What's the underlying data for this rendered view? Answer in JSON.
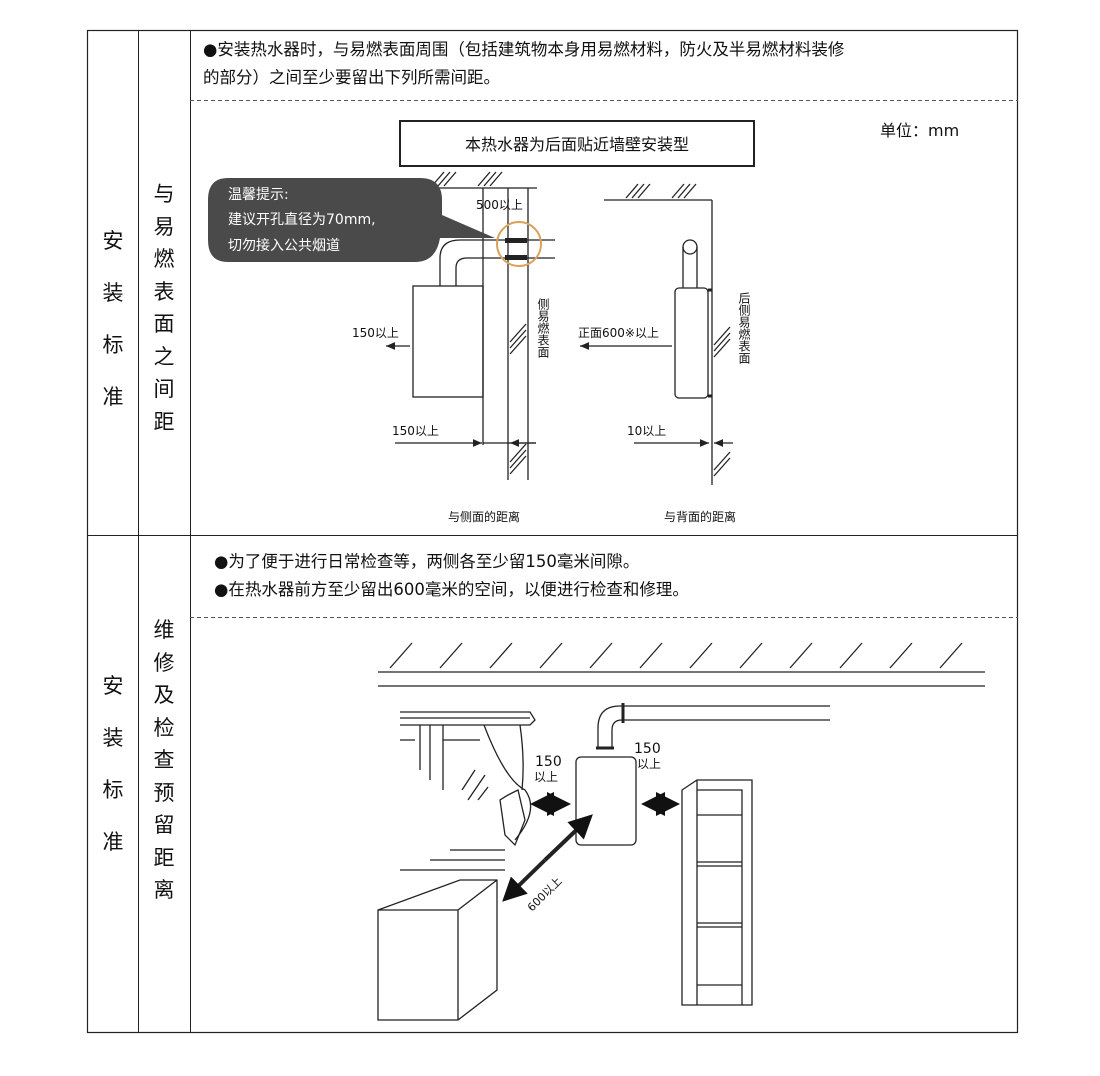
{
  "section1": {
    "category": "安装标准",
    "subcategory": "与易燃表面之间距",
    "note_lines": [
      "●安装热水器时，与易燃表面周围（包括建筑物本身用易燃材料，防火及半易燃材料装修",
      "的部分）之间至少要留出下列所需间距。"
    ],
    "diagram": {
      "title": "本热水器为后面贴近墙壁安装型",
      "unit": "单位：mm",
      "tip_title": "温馨提示:",
      "tip_line1": "建议开孔直径为70mm,",
      "tip_line2": "切勿接入公共烟道",
      "top_clearance": "500以上",
      "left_clearance": "150以上",
      "side_clearance": "150以上",
      "side_surface": "侧易燃表面",
      "front_clearance": "正面600※以上",
      "back_clearance": "10以上",
      "back_surface": "后侧易燃表面",
      "caption_side": "与侧面的距离",
      "caption_back": "与背面的距离",
      "highlight_color": "#d9a35a",
      "tip_bg_color": "#4a4a4a"
    }
  },
  "section2": {
    "category": "安装标准",
    "subcategory": "维修及检查预留距离",
    "note_lines": [
      "●为了便于进行日常检查等，两侧各至少留150毫米间隙。",
      "●在热水器前方至少留出600毫米的空间，以便进行检查和修理。"
    ],
    "diagram": {
      "left_value": "150",
      "left_unit": "以上",
      "right_value": "150",
      "right_unit": "以上",
      "front_label": "600以上"
    }
  }
}
